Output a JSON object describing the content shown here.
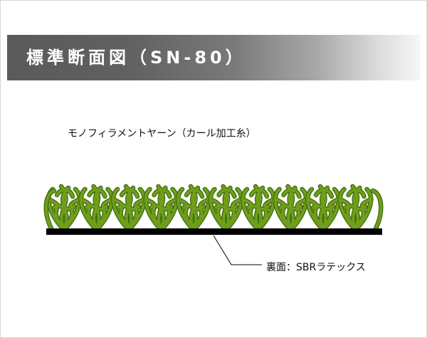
{
  "title": "標準断面図（SN-80）",
  "labels": {
    "yarn": "モノフィラメントヤーン（カール加工糸）",
    "backing": "裏面：SBRラテックス"
  },
  "colors": {
    "title_bar_dark": "#5a5a5a",
    "yarn_green": "#6f9e1b",
    "yarn_dark": "#3f6a0c",
    "backing_black": "#000000"
  }
}
